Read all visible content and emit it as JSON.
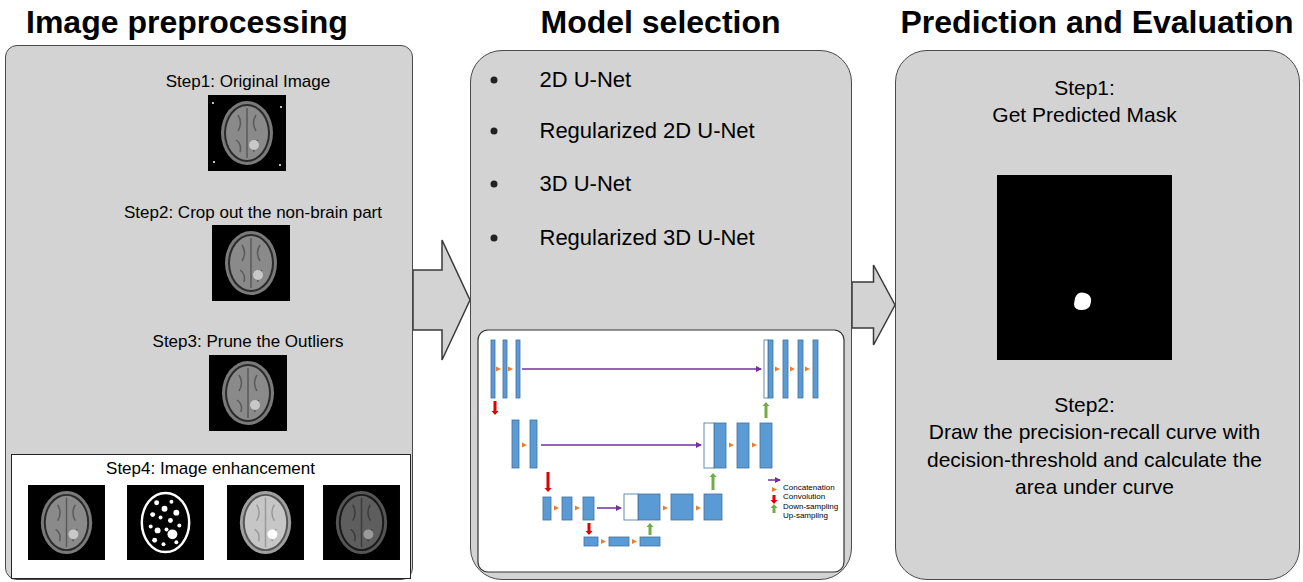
{
  "diagram": {
    "nodes": [
      {
        "text": [
          "Image preprocessing",
          "Step1: Original Image",
          "Step2: Crop out the non-brain part",
          "Step3: Prune the Outliers"
        ]
      },
      {
        "text": [
          "Step4: Image enhancement"
        ],
        "in": 0
      },
      {
        "text": [
          "Model selection",
          "2D U-Net",
          "Regularized 2D U-Net",
          "3D U-Net",
          "Regularized 3D U-Net"
        ]
      },
      {
        "text": [
          "Prediction and Evaluation",
          "Step1:",
          "Get Predicted Mask",
          "Step2:",
          "Draw the precision-recall curve with decision-threshold and calculate the area under curve"
        ]
      }
    ],
    "edges": [
      {
        "from": 0,
        "to": 2,
        "arrow": "to"
      },
      {
        "from": 2,
        "to": 3,
        "arrow": "to"
      }
    ],
    "legend": [
      {
        "text": "Concatenation"
      },
      {
        "text": "Convolution"
      },
      {
        "text": "Down-sampling"
      },
      {
        "text": "Up-sampling"
      }
    ]
  }
}
